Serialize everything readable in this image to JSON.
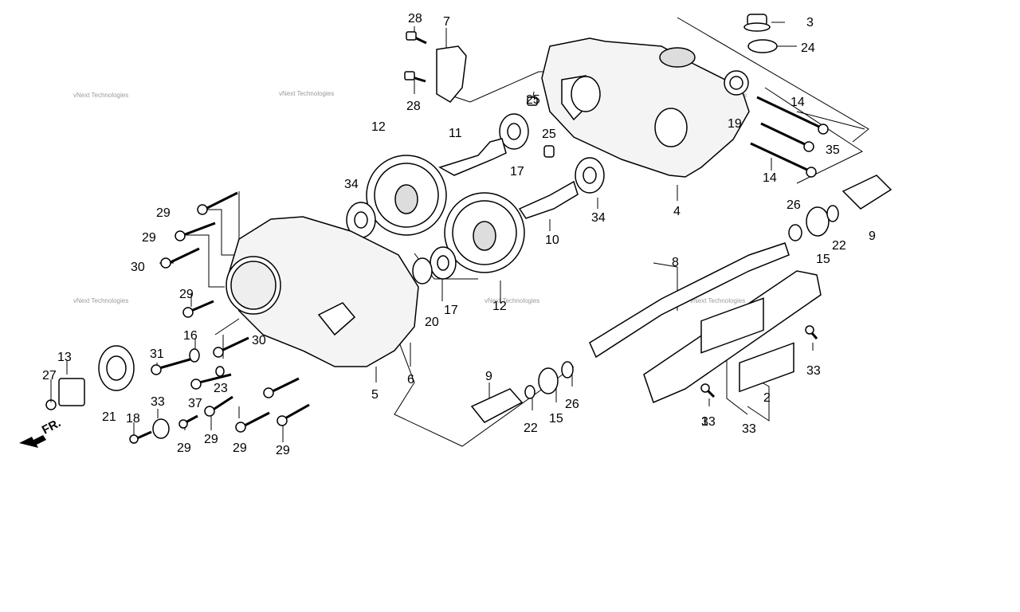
{
  "watermark": "vNext Technologies",
  "front_label": "FR.",
  "callouts": [
    "28",
    "7",
    "3",
    "24",
    "28",
    "25",
    "14",
    "19",
    "35",
    "12",
    "11",
    "17",
    "25",
    "14",
    "34",
    "34",
    "10",
    "4",
    "26",
    "22",
    "9",
    "29",
    "29",
    "30",
    "29",
    "20",
    "17",
    "12",
    "8",
    "15",
    "16",
    "30",
    "13",
    "31",
    "23",
    "27",
    "21",
    "37",
    "29",
    "5",
    "6",
    "9",
    "22",
    "15",
    "26",
    "33",
    "2",
    "1",
    "33",
    "33",
    "18",
    "33",
    "29",
    "29",
    "29"
  ]
}
